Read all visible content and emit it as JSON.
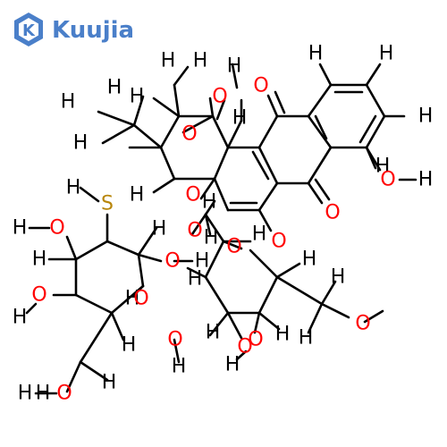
{
  "logo": {
    "brand": "Kuujia",
    "mark": "K"
  },
  "colors": {
    "C": "#000000",
    "H": "#000000",
    "O": "#ff0000",
    "S": "#b8860b",
    "brand": "#4a7fc9"
  },
  "atoms": [
    {
      "id": "H1",
      "el": "H"
    },
    {
      "id": "H2",
      "el": "H"
    },
    {
      "id": "H3",
      "el": "H"
    },
    {
      "id": "O3",
      "el": "O"
    },
    {
      "id": "H4",
      "el": "H"
    },
    {
      "id": "H5",
      "el": "H"
    },
    {
      "id": "H6",
      "el": "H"
    },
    {
      "id": "H7",
      "el": "H"
    },
    {
      "id": "H8",
      "el": "H"
    },
    {
      "id": "H9",
      "el": "H"
    },
    {
      "id": "H10",
      "el": "H"
    },
    {
      "id": "H11",
      "el": "H"
    },
    {
      "id": "O1",
      "el": "O"
    },
    {
      "id": "O2",
      "el": "O"
    },
    {
      "id": "O4",
      "el": "O"
    },
    {
      "id": "H12",
      "el": "H"
    },
    {
      "id": "O5",
      "el": "O"
    },
    {
      "id": "H13",
      "el": "H"
    },
    {
      "id": "O6",
      "el": "O"
    },
    {
      "id": "H14",
      "el": "H"
    },
    {
      "id": "H15",
      "el": "H"
    },
    {
      "id": "S1",
      "el": "S"
    },
    {
      "id": "H16",
      "el": "H"
    },
    {
      "id": "O7",
      "el": "O"
    },
    {
      "id": "H17",
      "el": "H"
    },
    {
      "id": "H18",
      "el": "H"
    },
    {
      "id": "O8",
      "el": "O"
    },
    {
      "id": "H19",
      "el": "H"
    },
    {
      "id": "H20",
      "el": "H"
    },
    {
      "id": "O9",
      "el": "O"
    },
    {
      "id": "H21",
      "el": "H"
    },
    {
      "id": "H22",
      "el": "H"
    },
    {
      "id": "O10",
      "el": "O"
    },
    {
      "id": "O11",
      "el": "O"
    },
    {
      "id": "H23",
      "el": "H"
    },
    {
      "id": "O12",
      "el": "O"
    },
    {
      "id": "H24",
      "el": "H"
    },
    {
      "id": "H25",
      "el": "H"
    },
    {
      "id": "H26",
      "el": "H"
    },
    {
      "id": "O13",
      "el": "O"
    },
    {
      "id": "H27",
      "el": "H"
    },
    {
      "id": "H28",
      "el": "H"
    },
    {
      "id": "O14",
      "el": "O"
    },
    {
      "id": "H29",
      "el": "H"
    },
    {
      "id": "H30",
      "el": "H"
    },
    {
      "id": "O15",
      "el": "O"
    },
    {
      "id": "H31",
      "el": "H"
    },
    {
      "id": "O16",
      "el": "O"
    },
    {
      "id": "H32",
      "el": "H"
    },
    {
      "id": "H33",
      "el": "H"
    },
    {
      "id": "H34",
      "el": "H"
    },
    {
      "id": "O17",
      "el": "O"
    },
    {
      "id": "H35",
      "el": "H"
    },
    {
      "id": "O18",
      "el": "O"
    },
    {
      "id": "H36",
      "el": "H"
    },
    {
      "id": "H37",
      "el": "H"
    },
    {
      "id": "O19",
      "el": "O"
    },
    {
      "id": "H38",
      "el": "H"
    },
    {
      "id": "H39",
      "el": "H"
    },
    {
      "id": "O20",
      "el": "O"
    }
  ]
}
